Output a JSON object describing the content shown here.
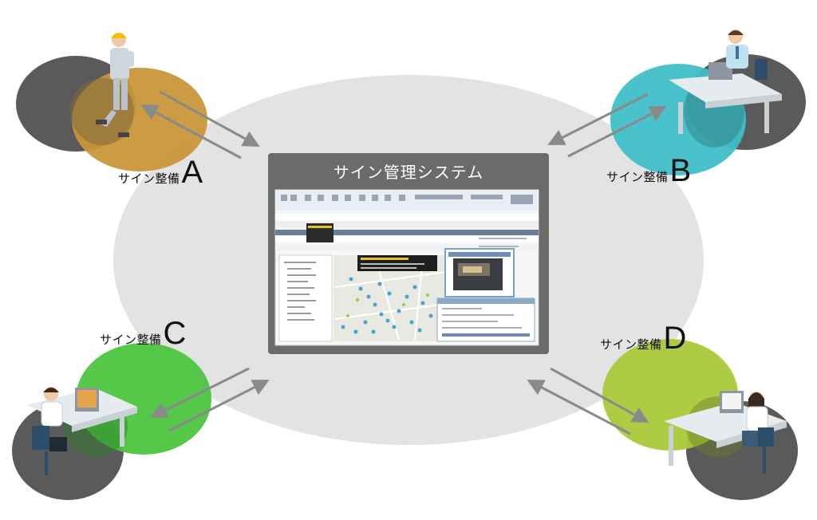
{
  "system": {
    "title": "サイン管理システム"
  },
  "nodes": [
    {
      "id": "A",
      "prefix": "サイン整備",
      "letter": "A",
      "role": "field-worker",
      "color": "#c9973a"
    },
    {
      "id": "B",
      "prefix": "サイン整備",
      "letter": "B",
      "role": "office-worker",
      "color": "#3fbfc9"
    },
    {
      "id": "C",
      "prefix": "サイン整備",
      "letter": "C",
      "role": "office-worker",
      "color": "#4cc43f"
    },
    {
      "id": "D",
      "prefix": "サイン整備",
      "letter": "D",
      "role": "office-worker",
      "color": "#a9c93a"
    }
  ],
  "colors": {
    "background_ellipse": "#e3e3e3",
    "shadow": "#5a5a5a",
    "monitor_frame": "#6b6b6b",
    "arrow": "#8a8a8a"
  }
}
